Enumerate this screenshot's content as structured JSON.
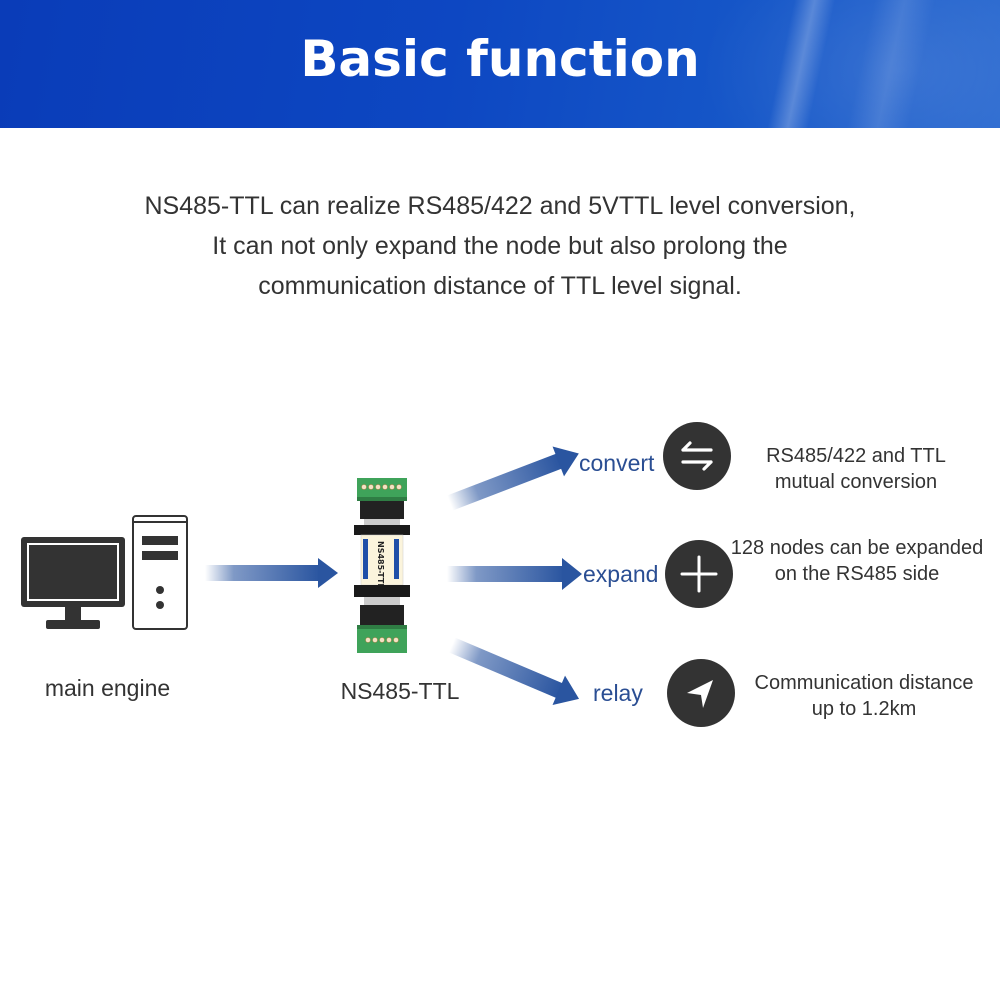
{
  "banner": {
    "title": "Basic function",
    "background_color": "#0d47c2"
  },
  "intro": {
    "lines": [
      "NS485-TTL can realize RS485/422 and 5VTTL level conversion,",
      "It can not only expand the node but also prolong the",
      "communication distance of TTL level signal."
    ]
  },
  "diagram": {
    "source": {
      "label": "main engine",
      "icon": "desktop-computer-icon"
    },
    "device": {
      "label": "NS485-TTL",
      "icon": "converter-device-image",
      "body_text": "NS485-TTL"
    },
    "arrow_color": "#2a55a0",
    "functions": [
      {
        "label": "convert",
        "icon": "swap-arrows-icon",
        "description_lines": [
          "RS485/422 and TTL",
          "mutual conversion"
        ]
      },
      {
        "label": "expand",
        "icon": "plus-icon",
        "description_lines": [
          "128 nodes can be expanded",
          "on the RS485 side"
        ]
      },
      {
        "label": "relay",
        "icon": "navigation-arrow-icon",
        "description_lines": [
          "Communication distance",
          "up to 1.2km"
        ]
      }
    ],
    "label_color": "#2a4e93",
    "icon_circle_color": "#333333"
  }
}
